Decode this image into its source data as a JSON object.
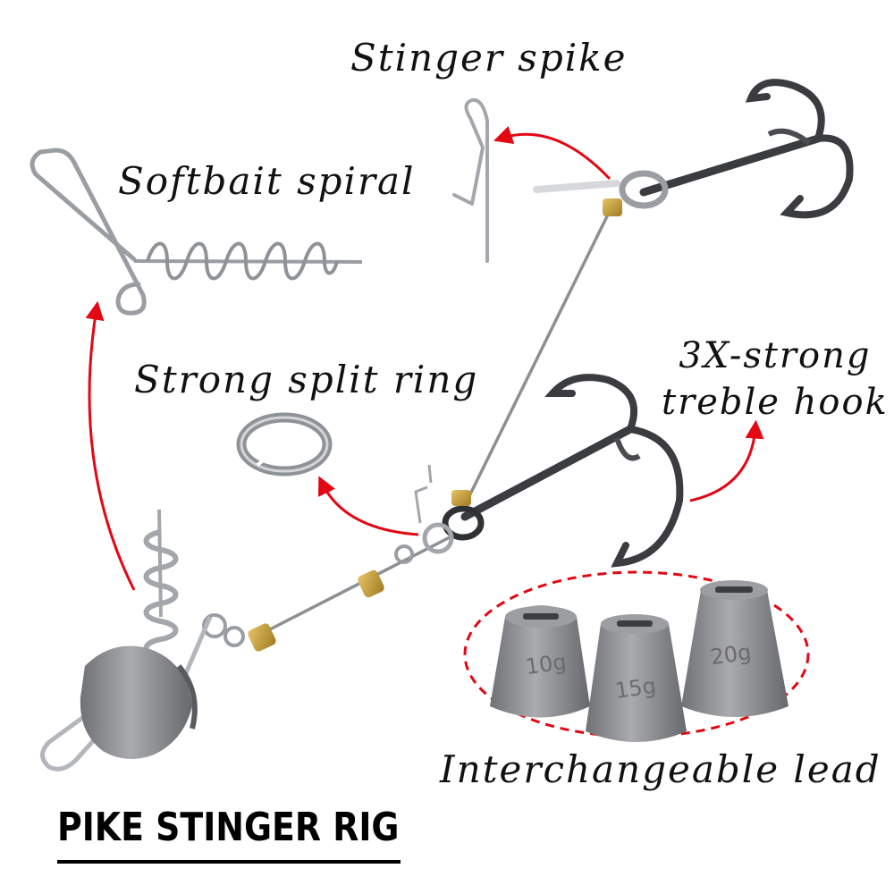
{
  "colors": {
    "arrow": "#e30613",
    "steel": "#9a9da2",
    "hook": "#3a3c40",
    "brass": "#c9a23c",
    "lead": "#8d8f93"
  },
  "labels": {
    "stinger_spike": "Stinger spike",
    "softbait_spiral": "Softbait spiral",
    "strong_split_ring": "Strong split ring",
    "treble_line1": "3X-strong",
    "treble_line2": "treble hook",
    "interchangeable_lead": "Interchangeable lead"
  },
  "title": "PIKE STINGER RIG",
  "weights": [
    "10g",
    "15g",
    "20g"
  ]
}
